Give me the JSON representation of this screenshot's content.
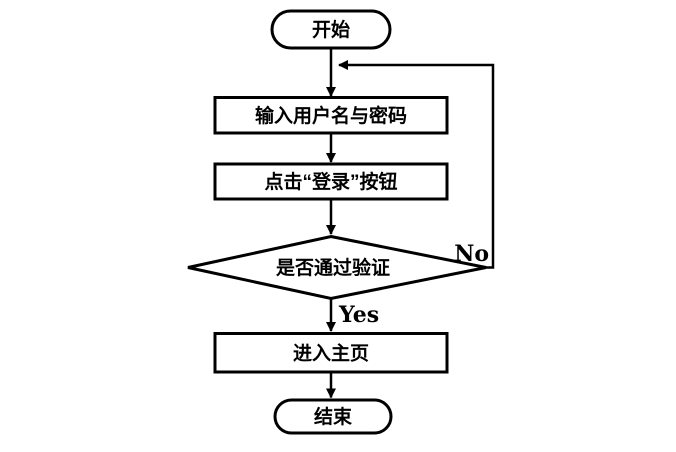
{
  "flowchart": {
    "colors": {
      "stroke": "#000000",
      "background": "#ffffff",
      "text": "#000000"
    },
    "nodes": {
      "start": {
        "type": "terminator",
        "label": "开始"
      },
      "input_credentials": {
        "type": "process",
        "label": "输入用户名与密码"
      },
      "click_login": {
        "type": "process",
        "label": "点击“登录”按钮"
      },
      "verify": {
        "type": "decision",
        "label": "是否通过验证"
      },
      "enter_home": {
        "type": "process",
        "label": "进入主页"
      },
      "end": {
        "type": "terminator",
        "label": "结束"
      }
    },
    "edge_labels": {
      "yes": "Yes",
      "no": "No"
    }
  }
}
